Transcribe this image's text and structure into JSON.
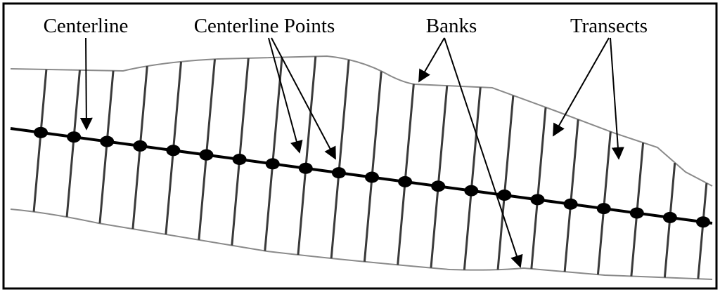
{
  "labels": {
    "centerline": "Centerline",
    "centerline_points": "Centerline Points",
    "banks": "Banks",
    "transects": "Transects"
  },
  "colors": {
    "frame": "#000000",
    "bank_line": "#8a8a8a",
    "transect": "#3a3a3a",
    "centerline": "#000000",
    "point": "#000000",
    "background": "#ffffff"
  }
}
